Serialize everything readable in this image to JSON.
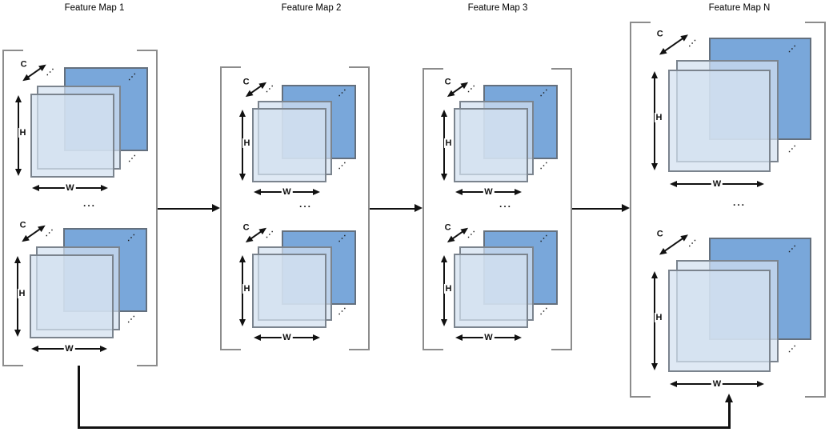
{
  "figure": {
    "groups": [
      {
        "title": "Feature Map 1"
      },
      {
        "title": "Feature Map 2"
      },
      {
        "title": "Feature Map 3"
      },
      {
        "title": "Feature Map N"
      }
    ],
    "dim_labels": {
      "channels": "C",
      "height": "H",
      "width": "W"
    },
    "stack_ellipsis": "...",
    "diagonal_dots": "⋰",
    "colors": {
      "back_square_fill": "#79a7da",
      "back_square_border": "#64707e",
      "light_square_fill": "rgba(210,224,240,0.72)",
      "light_square_border": "#7b848e",
      "bracket": "#8c8c8c",
      "line": "#111111",
      "background": "#ffffff"
    }
  }
}
